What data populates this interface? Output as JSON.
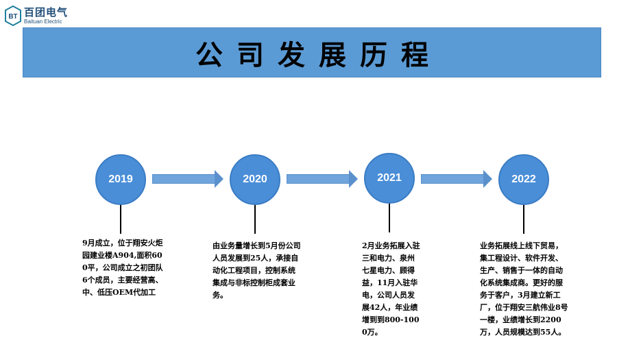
{
  "logo": {
    "mark_text": "BT",
    "name_cn": "百团电气",
    "name_en": "Baituan Electric"
  },
  "banner": {
    "title": "公司发展历程",
    "background_color": "#5b9bd5"
  },
  "timeline": {
    "circle_color": "#4a8ed8",
    "arrow_color": "#6fa4dc",
    "milestones": [
      {
        "year": "2019",
        "description": "9月成立，位于翔安火炬园建业楼A904,面积600平，公司成立之初团队6个成员，主要经营高、中、低压OEM代加工"
      },
      {
        "year": "2020",
        "description": "由业务量增长到5月份公司人员发展到25人，承接自动化工程项目，控制系统集成与非标控制柜成套业务。"
      },
      {
        "year": "2021",
        "description": "2月业务拓展入驻三和电力、泉州七星电力、顾得益，11月入驻华电，公司人员发展42人，年业绩增到到800-1000万。"
      },
      {
        "year": "2022",
        "description": "业务拓展线上线下贸易，集工程设计、软件开发、生产、销售于一体的自动化系统集成商。更好的服务于客户，3月建立新工厂，位于翔安三航伟业8号一楼，业绩增长到2200万，人员规模达到55人。"
      }
    ]
  }
}
